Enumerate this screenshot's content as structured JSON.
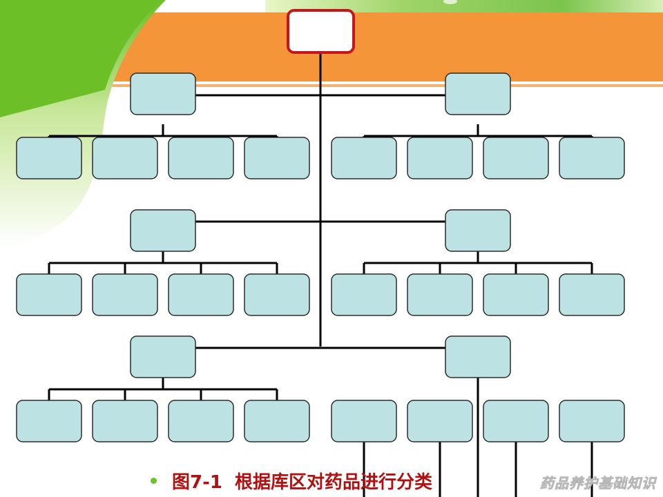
{
  "caption": {
    "figure_label": "图7-1",
    "title": "根据库区对药品进行分类"
  },
  "footer": {
    "course_title": "药品养护基础知识"
  },
  "colors": {
    "root_border": "#c8141c",
    "node_fill": "#bde2e3",
    "node_border": "#2a2a2a",
    "connector": "#000000",
    "caption_text": "#b01010",
    "bullet": "#6cc22a",
    "header_orange": "#f4953a",
    "header_green": "#76c043"
  },
  "diagram": {
    "root": {
      "label": ""
    },
    "groups": [
      {
        "label": "",
        "children": [
          "",
          "",
          "",
          ""
        ]
      },
      {
        "label": "",
        "children": [
          "",
          "",
          "",
          ""
        ]
      },
      {
        "label": "",
        "children": [
          "",
          "",
          "",
          ""
        ]
      },
      {
        "label": "",
        "children": [
          "",
          "",
          "",
          ""
        ]
      },
      {
        "label": "",
        "children": [
          "",
          "",
          "",
          ""
        ]
      },
      {
        "label": "",
        "children": [
          "",
          "",
          "",
          ""
        ]
      }
    ]
  }
}
